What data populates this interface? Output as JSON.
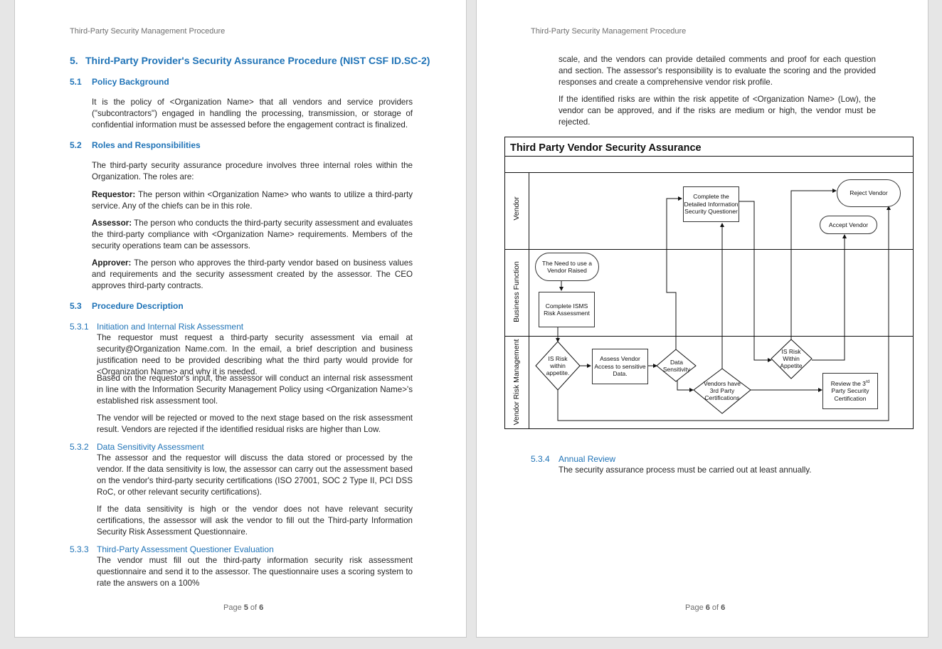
{
  "header": "Third-Party Security Management Procedure",
  "page5": {
    "section5": {
      "num": "5.",
      "title": "Third-Party Provider's Security Assurance Procedure (NIST CSF ID.SC-2)"
    },
    "s51": {
      "num": "5.1",
      "title": "Policy Background"
    },
    "s51_p1": "It is the policy of <Organization Name> that all vendors and service providers (\"subcontractors\") engaged in handling the processing, transmission, or storage of confidential information must be assessed before the engagement contract is finalized.",
    "s52": {
      "num": "5.2",
      "title": "Roles and Responsibilities"
    },
    "s52_p1": "The third-party security assurance procedure involves three internal roles within the Organization. The roles are:",
    "requestor_label": "Requestor:",
    "requestor_text": " The person within <Organization Name> who wants to utilize a third-party service. Any of the chiefs can be in this role.",
    "assessor_label": "Assessor:",
    "assessor_text": " The person who conducts the third-party security assessment and evaluates the third-party compliance with <Organization Name> requirements. Members of the security operations team can be assessors.",
    "approver_label": "Approver:",
    "approver_text": " The person who approves the third-party vendor based on business values and requirements and the security assessment created by the assessor. The CEO approves third-party contracts.",
    "s53": {
      "num": "5.3",
      "title": "Procedure Description"
    },
    "s531": {
      "num": "5.3.1",
      "title": "Initiation and Internal Risk Assessment"
    },
    "s531_p1": "The requestor must request a third-party security assessment via email at security@Organization Name.com. In the email, a brief description and business justification need to be provided describing what the third party would provide for <Organization Name> and why it is needed.",
    "s531_p2": "Based on the requestor's input, the assessor will conduct an internal risk assessment in line with the Information Security Management Policy using <Organization Name>'s established risk assessment tool.",
    "s531_p3": "The vendor will be rejected or moved to the next stage based on the risk assessment result. Vendors are rejected if the identified residual risks are higher than Low.",
    "s532": {
      "num": "5.3.2",
      "title": "Data Sensitivity Assessment"
    },
    "s532_p1": "The assessor and the requestor will discuss the data stored or processed by the vendor. If the data sensitivity is low, the assessor can carry out the assessment based on the vendor's third-party security certifications (ISO 27001, SOC 2 Type II, PCI DSS RoC, or other relevant security certifications).",
    "s532_p2": "If the data sensitivity is high or the vendor does not have relevant security certifications, the assessor will ask the vendor to fill out the Third-party Information Security Risk Assessment Questionnaire.",
    "s533": {
      "num": "5.3.3",
      "title": "Third-Party Assessment Questioner Evaluation"
    },
    "s533_p1": "The vendor must fill out the third-party information security risk assessment questionnaire and send it to the assessor. The questionnaire uses a scoring system to rate the answers on a 100%",
    "footer": {
      "prefix": "Page ",
      "current": "5",
      "mid": " of ",
      "total": "6"
    }
  },
  "page6": {
    "p_cont": "scale, and the vendors can provide detailed comments and proof for each question and section. The assessor's responsibility is to evaluate the scoring and the provided responses and create a comprehensive vendor risk profile.",
    "p_risk": "If the identified risks are within the risk appetite of <Organization Name> (Low), the vendor can be approved, and if the risks are medium or high, the vendor must be rejected.",
    "diagram": {
      "title": "Third Party Vendor Security Assurance",
      "lanes": [
        "Vendor",
        "Business Function",
        "Vendor Risk Management"
      ],
      "nodes": {
        "complete_detailed": "Complete the Detailed Information Security Questioner",
        "reject_vendor": "Reject Vendor",
        "accept_vendor": "Accept Vendor",
        "need_vendor": "The Need to use a Vendor Raised",
        "complete_isms": "Complete ISMS Risk Assessment",
        "is_risk_within": "IS Risk within appetite.",
        "assess_vendor": "Assess Vendor Access to sensitive Data.",
        "data_sensitivity": "Data Sensitivity",
        "vendors_have": "Vendors have 3rd Party Certifications",
        "is_risk_within2": "IS Risk Within Appetite",
        "review_3rd": "Review the 3",
        "review_sup": "rd",
        "review_rest": "Party Security Certification"
      }
    },
    "s534": {
      "num": "5.3.4",
      "title": "Annual Review"
    },
    "s534_p1": "The security assurance process must be carried out at least annually.",
    "footer": {
      "prefix": "Page ",
      "current": "6",
      "mid": " of ",
      "total": "6"
    }
  }
}
